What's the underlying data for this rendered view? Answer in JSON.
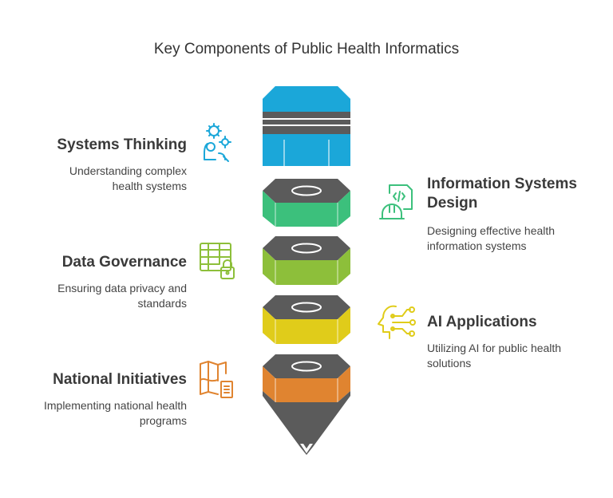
{
  "title": "Key Components of Public Health Informatics",
  "components": [
    {
      "heading": "Systems Thinking",
      "description": [
        "Understanding complex",
        "health systems"
      ],
      "icon": "gears-person-icon",
      "color": "#1ba7d9",
      "side": "left"
    },
    {
      "heading": [
        "Information Systems",
        "Design"
      ],
      "description": [
        "Designing effective health",
        "information systems"
      ],
      "icon": "code-hardhat-icon",
      "color": "#3cc07c",
      "side": "right"
    },
    {
      "heading": "Data Governance",
      "description": [
        "Ensuring data privacy and",
        "standards"
      ],
      "icon": "table-lock-icon",
      "color": "#8dbf3a",
      "side": "left"
    },
    {
      "heading": "AI Applications",
      "description": [
        "Utilizing AI for public health",
        "solutions"
      ],
      "icon": "ai-head-icon",
      "color": "#e0cc1a",
      "side": "right"
    },
    {
      "heading": "National Initiatives",
      "description": [
        "Implementing national health",
        "programs"
      ],
      "icon": "map-document-icon",
      "color": "#e08430",
      "side": "left"
    }
  ]
}
